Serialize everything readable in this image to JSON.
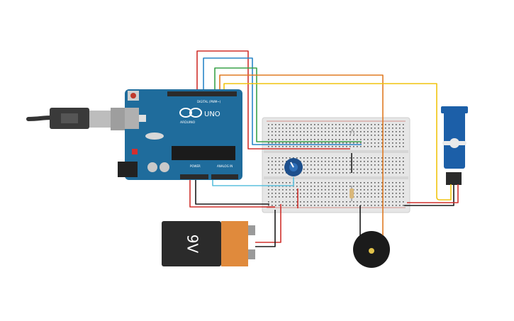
{
  "arduino": {
    "model_label": "UNO",
    "brand_label": "ARDUINO",
    "digital_label": "DIGITAL (PWM~)",
    "power_label": "POWER",
    "analog_label": "ANALOG IN",
    "board_color": "#1f6c9c"
  },
  "battery": {
    "label": "9V",
    "body_color": "#2b2b2b",
    "label_color": "#e08a3c"
  },
  "wires": {
    "red": "#d0312d",
    "blue": "#2a86c8",
    "green": "#3aa24a",
    "orange": "#e07b24",
    "yellow": "#f1c40f",
    "black": "#1a1a1a",
    "cyan": "#5bc0de"
  },
  "components": {
    "potentiometer_color": "#1d4f8c",
    "buzzer_color": "#1b1b1b",
    "servo_color": "#1c5fa8",
    "resistor_color": "#d9b77a"
  }
}
